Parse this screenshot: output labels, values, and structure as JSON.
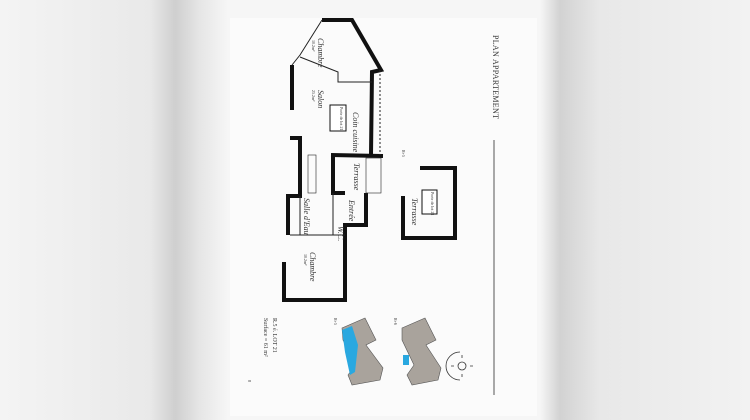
{
  "title": "PLAN APPARTEMENT",
  "rooms": {
    "chambre1": "Chambre",
    "chambre1_area": "10.2m²",
    "salon": "Salon",
    "salon_area": "25.2m²",
    "coin_cuisine": "Coin cuisine",
    "terrasse1": "Terrasse",
    "salle_eau": "Salle d'Eau",
    "entree": "Entrée",
    "wc": "W.C.",
    "chambre2": "Chambre",
    "chambre2_area": "10.2m²",
    "terrasse2": "Terrasse"
  },
  "door_tag": "Porte de lot 21",
  "level_top": "R+5",
  "legend": {
    "level_a": "R+5",
    "level_b": "R+6",
    "lot": "R.5 é. LOT 21",
    "surface": "Surface = 61 m²",
    "highlight_color": "#29a8e0"
  },
  "page_number": "8"
}
